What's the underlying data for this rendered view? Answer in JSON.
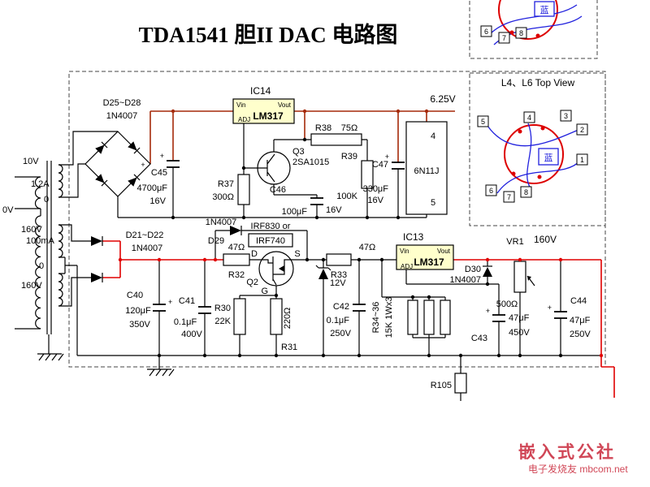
{
  "title": "TDA1541 胆II DAC 电路图",
  "colors": {
    "hv_wire": "#e00000",
    "b1_wire": "#a52a0a",
    "ic_fill": "#ffffcc",
    "coil_red": "#dd0000",
    "lead_blue": "#2020dd",
    "watermark_red": "#cc3344"
  },
  "top_view": {
    "label": "L4、L6 Top View",
    "blue": "蓝",
    "p1": "1",
    "p2": "2",
    "p3": "3",
    "p4": "4",
    "p5": "5",
    "p6": "6",
    "p7": "7",
    "p8": "8"
  },
  "partial_view": {
    "blue": "蓝",
    "p6": "6",
    "p7": "7",
    "p8": "8"
  },
  "transformer": {
    "v10": "10V",
    "i12": "1.2A",
    "z1": "0",
    "v0": "0V",
    "v160a": "160V",
    "i100": "100mA",
    "z2": "0",
    "v160b": "160V"
  },
  "bridge": {
    "name": "D25~D28",
    "type": "1N4007",
    "plus1": "+",
    "plus2": "+"
  },
  "c45": {
    "name": "C45",
    "v": "4700μF",
    "volt": "16V",
    "plus": "+"
  },
  "ic14": {
    "ref": "IC14",
    "part": "LM317",
    "vin": "Vin",
    "vout": "Vout",
    "adj": "ADJ"
  },
  "rail1": "6.25V",
  "r37": {
    "name": "R37",
    "v": "300Ω"
  },
  "q3": {
    "name": "Q3",
    "type": "2SA1015"
  },
  "r38": {
    "name": "R38",
    "v": "75Ω"
  },
  "r39": {
    "name": "R39",
    "v": "100K"
  },
  "c46": {
    "name": "C46",
    "v": "100μF",
    "volt": "16V"
  },
  "c47": {
    "name": "C47",
    "v": "330μF",
    "volt": "16V",
    "plus": "+"
  },
  "tube": {
    "part": "6N11J",
    "p4": "4",
    "p5": "5"
  },
  "d2122": {
    "name": "D21~D22",
    "type": "1N4007"
  },
  "c40": {
    "name": "C40",
    "v": "120μF",
    "volt": "350V",
    "plus": "+"
  },
  "c41": {
    "name": "C41",
    "v": "0.1μF",
    "volt": "400V"
  },
  "d29": {
    "name": "D29",
    "type": "1N4007"
  },
  "q2": {
    "name": "Q2",
    "t1": "IRF830 or",
    "t2": "IRF740",
    "d": "D",
    "s": "S",
    "g": "G"
  },
  "r32": {
    "name": "R32",
    "v": "47Ω"
  },
  "r30": {
    "name": "R30",
    "v": "22K"
  },
  "r31": {
    "name": "R31",
    "v": "220Ω"
  },
  "zd": {
    "v": "12V"
  },
  "c42": {
    "name": "C42",
    "v": "0.1μF",
    "volt": "250V"
  },
  "r33": {
    "name": "R33",
    "v": "47Ω"
  },
  "ic13": {
    "ref": "IC13",
    "part": "LM317",
    "vin": "Vin",
    "vout": "Vout",
    "adj": "ADJ"
  },
  "preload": {
    "name": "R34~36",
    "v": "15K 1Wx3"
  },
  "d30": {
    "name": "D30",
    "type": "1N4007"
  },
  "vr1": {
    "name": "VR1",
    "v": "500Ω"
  },
  "c43": {
    "name": "C43",
    "v": "47μF",
    "volt": "450V",
    "plus": "+"
  },
  "c44": {
    "name": "C44",
    "v": "47μF",
    "volt": "250V",
    "plus": "+"
  },
  "r105": {
    "name": "R105"
  },
  "rail2": "160V",
  "watermark": {
    "l1": "嵌入式公社",
    "l2": "电子发烧友 mbcom.net"
  }
}
